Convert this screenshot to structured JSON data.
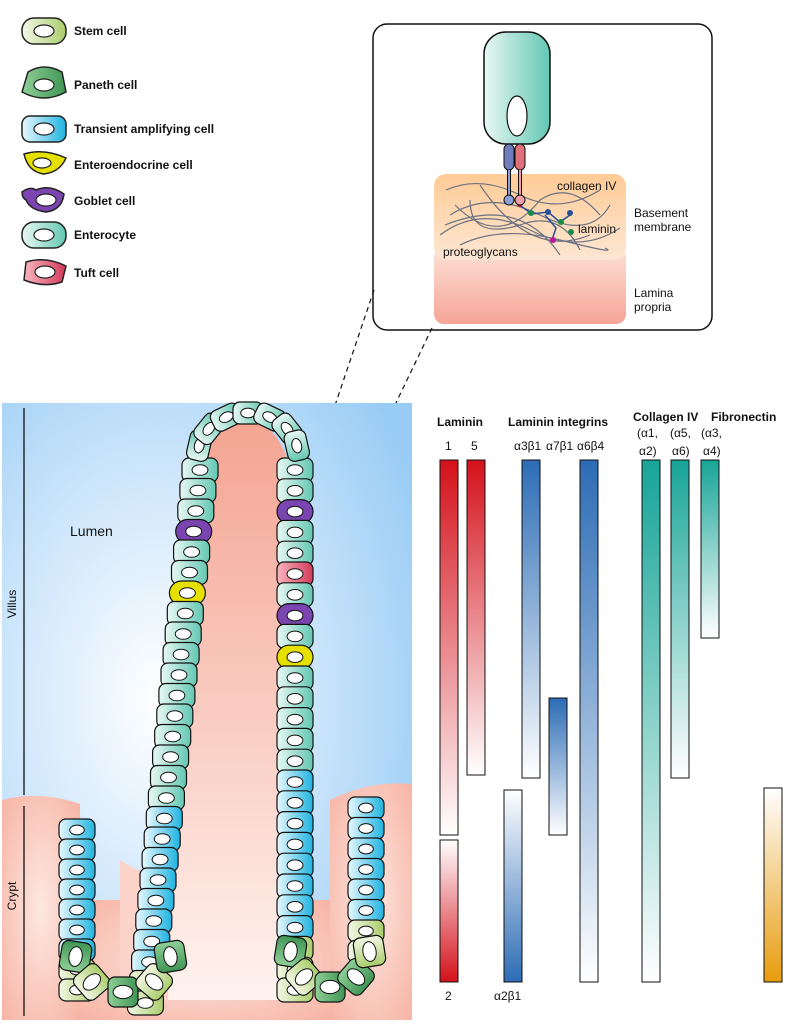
{
  "legend": [
    {
      "label": "Stem cell",
      "color": "#c8dc9a"
    },
    {
      "label": "Paneth cell",
      "color": "#4e9a5e"
    },
    {
      "label": "Transient amplifying cell",
      "color": "#27b6df"
    },
    {
      "label": "Enteroendocrine cell",
      "color": "#e6e000"
    },
    {
      "label": "Goblet cell",
      "color": "#7a45b0"
    },
    {
      "label": "Enterocyte",
      "color": "#66c8b4"
    },
    {
      "label": "Tuft cell",
      "color": "#d94060"
    }
  ],
  "inset": {
    "labels": {
      "collagen": "collagen IV",
      "laminin": "laminin",
      "proteoglycans": "proteoglycans",
      "basement1": "Basement",
      "basement2": "membrane",
      "lamina1": "Lamina",
      "lamina2": "propria"
    }
  },
  "tissue": {
    "lumen": "Lumen",
    "villus": "Villus",
    "crypt": "Crypt"
  },
  "expression": {
    "headers": {
      "laminin": "Laminin",
      "integrins": "Laminin integrins",
      "collagen": "Collagen IV",
      "fibronectin": "Fibronectin"
    },
    "top_labels": {
      "lam1": "1",
      "lam5": "5",
      "a3b1": "α3β1",
      "a7b1": "α7β1",
      "a6b4": "α6β4",
      "c12a": "(α1,",
      "c12b": "α2)",
      "c56a": "(α5,",
      "c56b": "α6)",
      "c34a": "(α3,",
      "c34b": "α4)"
    },
    "bottom_labels": {
      "lam2": "2",
      "a2b1": "α2β1"
    },
    "colors": {
      "laminin": "#d4111b",
      "integrin": "#2c6cb5",
      "collagen": "#17a497",
      "fibronectin": "#e89c0e"
    }
  }
}
